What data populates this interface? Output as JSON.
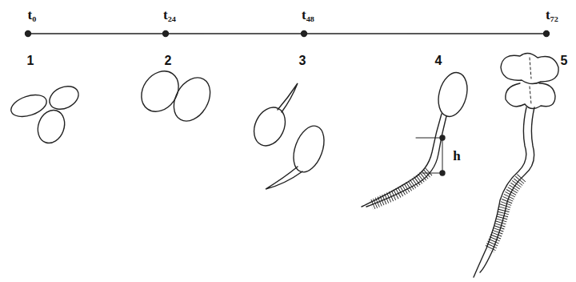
{
  "diagram": {
    "labels": [
      "t₀",
      "t₂₄",
      "t₄₈",
      "t₇₂",
      "1",
      "2",
      "3",
      "4",
      "5",
      "h"
    ]
  }
}
